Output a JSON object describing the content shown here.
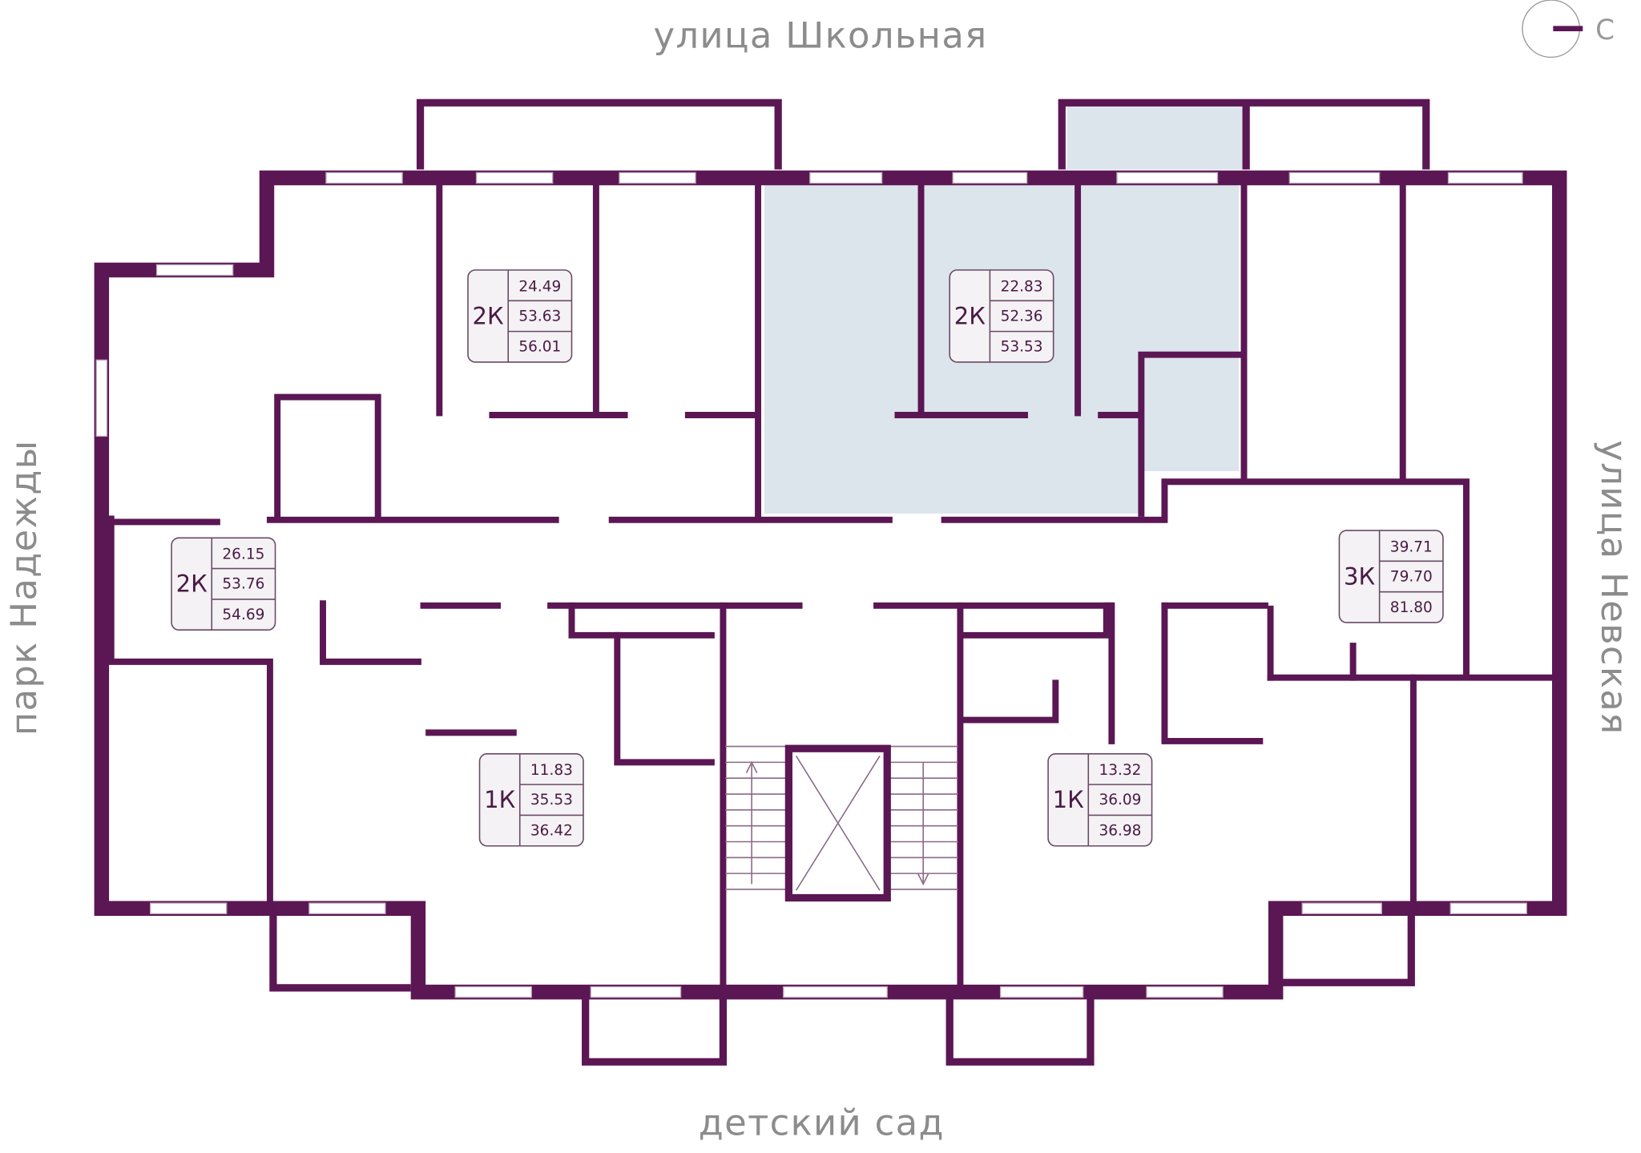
{
  "streets": {
    "north": "улица Школьная",
    "south": "детский сад",
    "west": "парк Надежды",
    "east": "улица Невская"
  },
  "compass": {
    "label": "С",
    "icon": "compass-icon"
  },
  "colors": {
    "wall": "#5b1654",
    "highlight": "#dce4ec",
    "text": "#8c8c8c"
  },
  "apartments": [
    {
      "type": "2К",
      "living": "24.49",
      "total": "53.63",
      "total_with_balcony": "56.01",
      "highlighted": false
    },
    {
      "type": "2К",
      "living": "22.83",
      "total": "52.36",
      "total_with_balcony": "53.53",
      "highlighted": true
    },
    {
      "type": "2К",
      "living": "26.15",
      "total": "53.76",
      "total_with_balcony": "54.69",
      "highlighted": false
    },
    {
      "type": "3К",
      "living": "39.71",
      "total": "79.70",
      "total_with_balcony": "81.80",
      "highlighted": false
    },
    {
      "type": "1К",
      "living": "11.83",
      "total": "35.53",
      "total_with_balcony": "36.42",
      "highlighted": false
    },
    {
      "type": "1К",
      "living": "13.32",
      "total": "36.09",
      "total_with_balcony": "36.98",
      "highlighted": false
    }
  ]
}
